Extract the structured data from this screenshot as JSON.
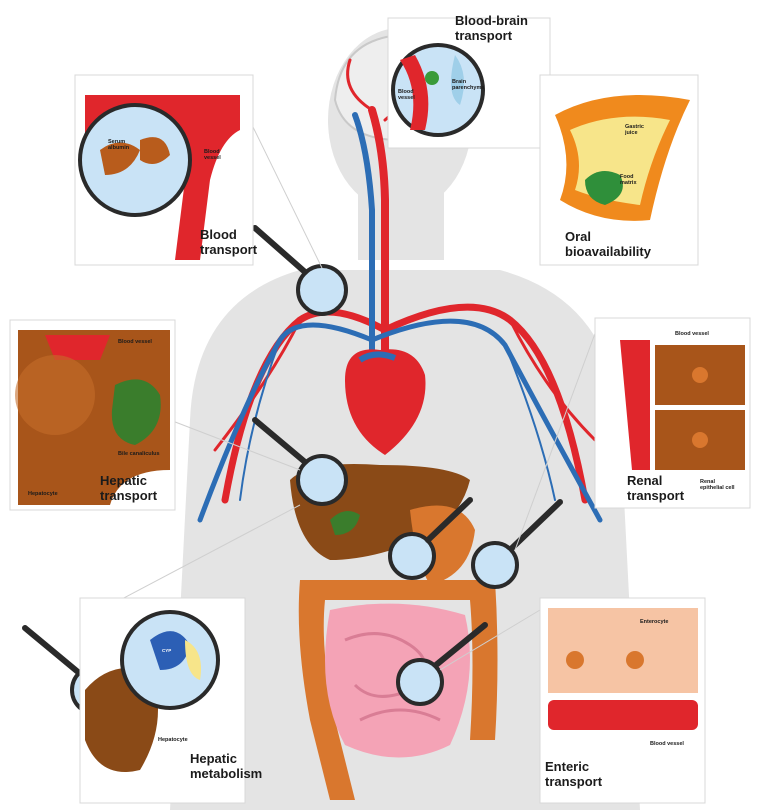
{
  "panels": {
    "blood_brain": {
      "title": "Blood-brain\ntransport",
      "blood": "Blood\nvessel",
      "brain": "Brain\nparenchyma"
    },
    "blood_transport": {
      "title": "Blood\ntransport",
      "serum": "Serum\nalbumin",
      "vessel": "Blood\nvessel"
    },
    "oral": {
      "title": "Oral\nbioavailability",
      "gastric": "Gastric\njuice",
      "food": "Food\nmatrix"
    },
    "hepatic_transport": {
      "title": "Hepatic\ntransport",
      "vessel": "Blood vessel",
      "bile": "Bile canaliculus",
      "hepatocyte": "Hepatocyte"
    },
    "renal": {
      "title": "Renal\ntransport",
      "vessel": "Blood vessel",
      "epithelial": "Renal\nepithelial cell"
    },
    "hepatic_metabolism": {
      "title": "Hepatic\nmetabolism",
      "hepatocyte": "Hepatocyte",
      "cyp": "CYP"
    },
    "enteric": {
      "title": "Enteric\ntransport",
      "enterocyte": "Enterocyte",
      "vessel": "Blood vessel"
    }
  },
  "colors": {
    "body": "#e3e3e3",
    "artery": "#e0262c",
    "vein": "#2c6db5",
    "liver": "#8a4a17",
    "intestine_small": "#f4a3b6",
    "intestine_large": "#d9772e",
    "lens": "#c9e3f6",
    "lens_rim": "#2a2a2a"
  }
}
